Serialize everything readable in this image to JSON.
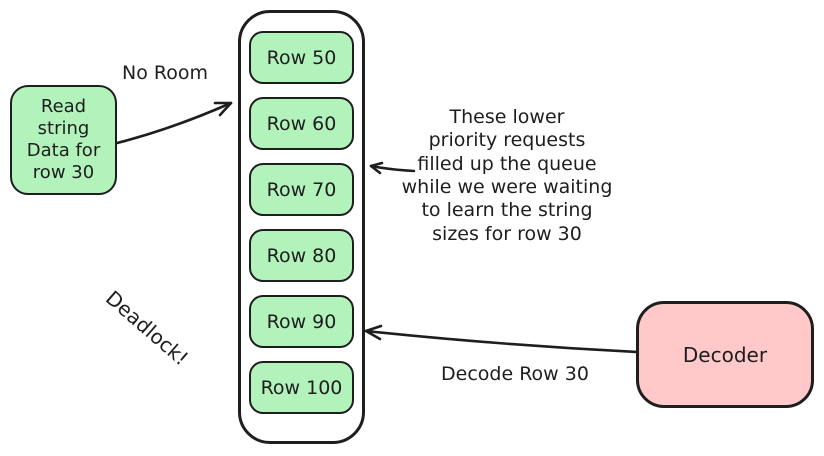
{
  "colors": {
    "queue_item_fill": "#b2f2bb",
    "decoder_fill": "#ffc9c9",
    "stroke": "#1e1e1e",
    "background": "#ffffff"
  },
  "read_request": {
    "label": "Read\nstring\nData for\nrow 30"
  },
  "labels": {
    "no_room": "No Room",
    "deadlock": "Deadlock!",
    "decode_row": "Decode Row 30"
  },
  "queue": {
    "rows": [
      "Row 50",
      "Row 60",
      "Row 70",
      "Row 80",
      "Row 90",
      "Row 100"
    ]
  },
  "annotation": {
    "text": "These lower\npriority requests\nfilled up the queue\nwhile we were waiting\nto learn the string\nsizes for row 30"
  },
  "decoder": {
    "label": "Decoder"
  }
}
